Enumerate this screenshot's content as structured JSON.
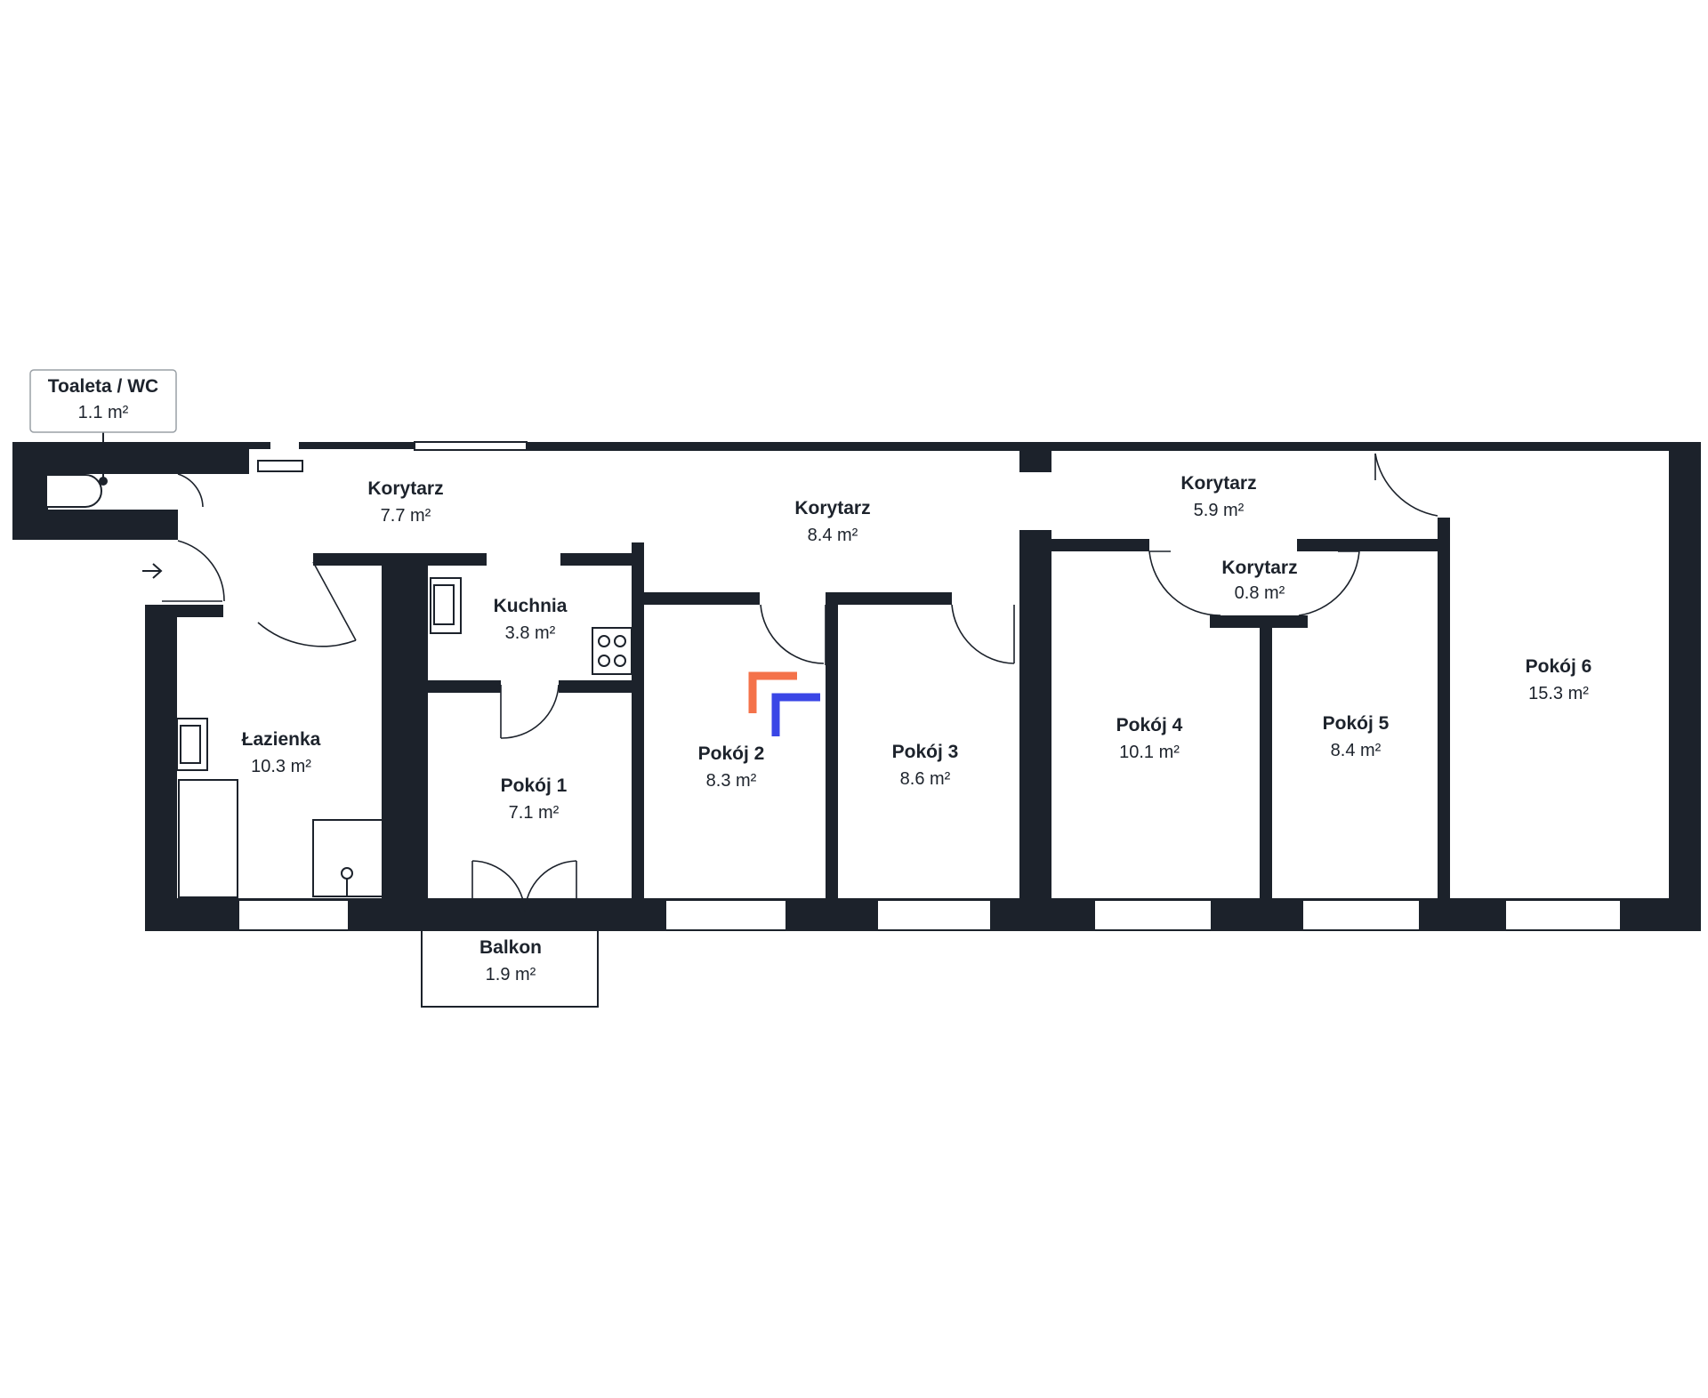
{
  "colors": {
    "wall": "#1c222b",
    "text": "#1d232c",
    "background": "#ffffff",
    "logo_orange": "#f4724a",
    "logo_blue": "#3a46e6"
  },
  "rooms": [
    {
      "id": "toaleta",
      "name": "Toaleta / WC",
      "area": "1.1 m²"
    },
    {
      "id": "korytarz-1",
      "name": "Korytarz",
      "area": "7.7 m²"
    },
    {
      "id": "korytarz-2",
      "name": "Korytarz",
      "area": "8.4 m²"
    },
    {
      "id": "korytarz-3",
      "name": "Korytarz",
      "area": "5.9 m²"
    },
    {
      "id": "korytarz-4",
      "name": "Korytarz",
      "area": "0.8 m²"
    },
    {
      "id": "kuchnia",
      "name": "Kuchnia",
      "area": "3.8 m²"
    },
    {
      "id": "lazienka",
      "name": "Łazienka",
      "area": "10.3 m²"
    },
    {
      "id": "pokoj-1",
      "name": "Pokój 1",
      "area": "7.1 m²"
    },
    {
      "id": "pokoj-2",
      "name": "Pokój 2",
      "area": "8.3 m²"
    },
    {
      "id": "pokoj-3",
      "name": "Pokój 3",
      "area": "8.6 m²"
    },
    {
      "id": "pokoj-4",
      "name": "Pokój 4",
      "area": "10.1 m²"
    },
    {
      "id": "pokoj-5",
      "name": "Pokój 5",
      "area": "8.4 m²"
    },
    {
      "id": "pokoj-6",
      "name": "Pokój 6",
      "area": "15.3 m²"
    },
    {
      "id": "balkon",
      "name": "Balkon",
      "area": "1.9 m²"
    }
  ],
  "icons": {
    "entrance": "entrance-arrow-icon",
    "watermark": "watermark-logo-icon"
  }
}
